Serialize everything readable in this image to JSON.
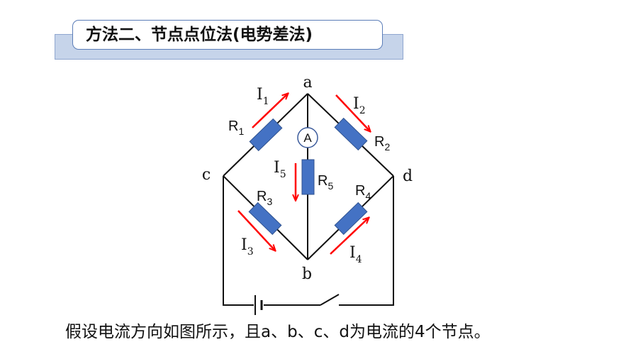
{
  "title": "方法二、节点点位法(电势差法)",
  "caption": "假设电流方向如图所示，且a、b、c、d为电流的4个节点。",
  "nodes": {
    "a": "a",
    "b": "b",
    "c": "c",
    "d": "d"
  },
  "resistors": {
    "r1": {
      "letter": "R",
      "sub": "1"
    },
    "r2": {
      "letter": "R",
      "sub": "2"
    },
    "r3": {
      "letter": "R",
      "sub": "3"
    },
    "r4": {
      "letter": "R",
      "sub": "4"
    },
    "r5": {
      "letter": "R",
      "sub": "5"
    }
  },
  "currents": {
    "i1": {
      "letter": "I",
      "sub": "1"
    },
    "i2": {
      "letter": "I",
      "sub": "2"
    },
    "i3": {
      "letter": "I",
      "sub": "3"
    },
    "i4": {
      "letter": "I",
      "sub": "4"
    },
    "i5": {
      "letter": "I",
      "sub": "5"
    }
  },
  "ammeter": "A",
  "colors": {
    "resistor_fill": "#4472c4",
    "arrow": "#ff0000",
    "wire": "#111111",
    "title_band": "#c6d4ea"
  }
}
